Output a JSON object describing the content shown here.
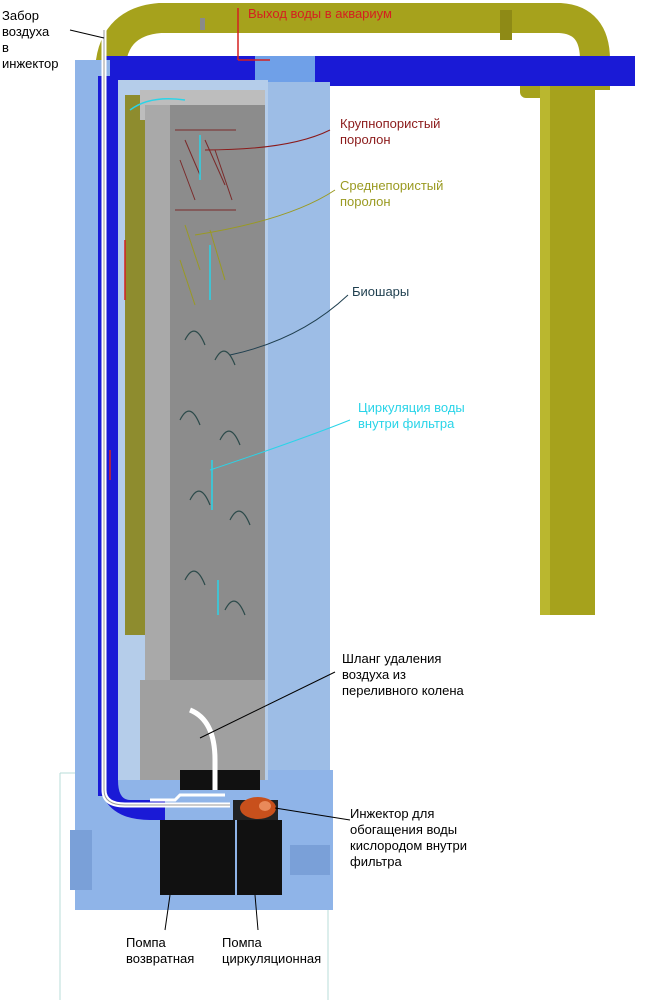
{
  "labels": {
    "air_intake": "Забор\nвоздуха\nв\nинжектор",
    "water_outlet": "Выход воды в аквариум",
    "coarse_foam": "Крупнопористый\nпоролон",
    "medium_foam": "Среднепористый\nпоролон",
    "bioballs": "Биошары",
    "circulation": "Циркуляция воды\nвнутри фильтра",
    "air_hose": "Шланг удаления\nвоздуха из\nпереливного колена",
    "injector": "Инжектор для\nобогащения воды\nкислородом внутри\nфильтра",
    "return_pump": "Помпа\nвозвратная",
    "circulation_pump": "Помпа\nциркуляционная"
  },
  "colors": {
    "pipe_yellow": "#a6a21c",
    "pipe_blue": "#1a1ad6",
    "housing_blue": "#8fb4e8",
    "media_gray": "#8c8c8c",
    "label_red": "#d42020",
    "label_darkred": "#8b1a1a",
    "label_olive": "#9a9a22",
    "label_cyan": "#2ad4e8",
    "label_black": "#000000"
  }
}
